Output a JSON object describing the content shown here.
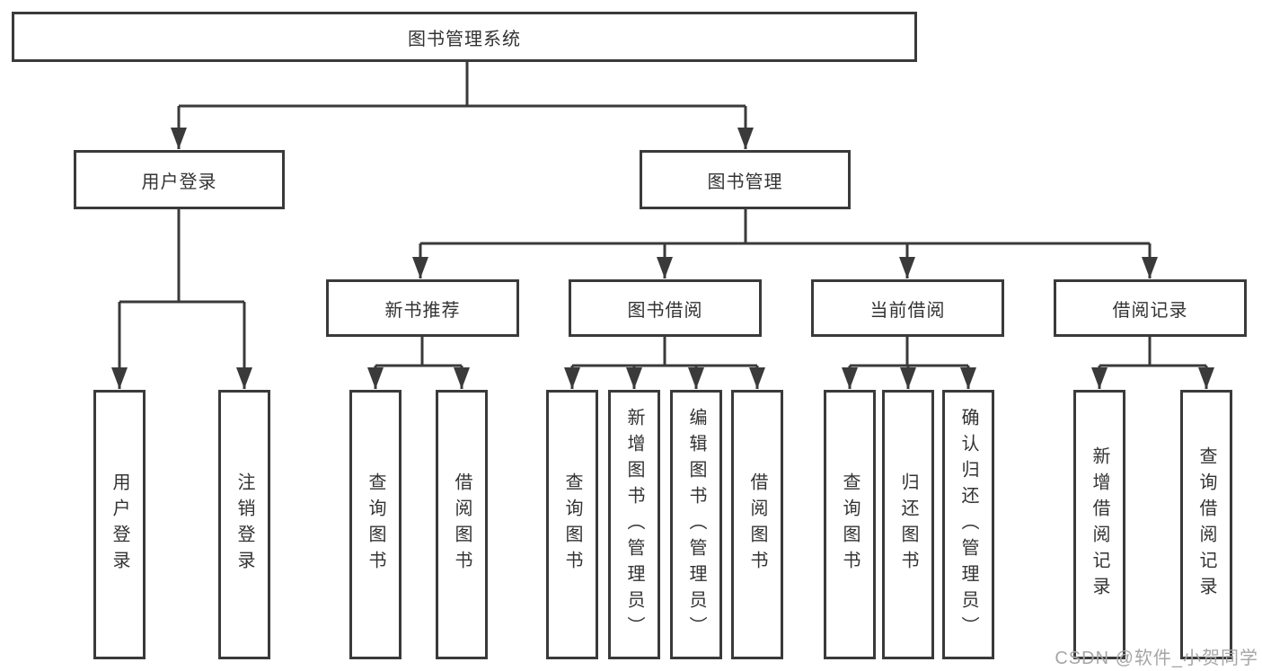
{
  "diagram": {
    "root": "图书管理系统",
    "branches": [
      {
        "label": "用户登录",
        "leaves": [
          "用户登录",
          "注销登录"
        ]
      },
      {
        "label": "图书管理",
        "groups": [
          {
            "label": "新书推荐",
            "leaves": [
              "查询图书",
              "借阅图书"
            ]
          },
          {
            "label": "图书借阅",
            "leaves": [
              "查询图书",
              "新增图书（管理员）",
              "编辑图书（管理员）",
              "借阅图书"
            ]
          },
          {
            "label": "当前借阅",
            "leaves": [
              "查询图书",
              "归还图书",
              "确认归还（管理员）"
            ]
          },
          {
            "label": "借阅记录",
            "leaves": [
              "新增借阅记录",
              "查询借阅记录"
            ]
          }
        ]
      }
    ]
  },
  "watermark": "CSDN @软件_小贺同学",
  "colors": {
    "line": "#3a3a3a",
    "text": "#333333",
    "watermark": "#a6a6a6",
    "background": "#ffffff"
  }
}
